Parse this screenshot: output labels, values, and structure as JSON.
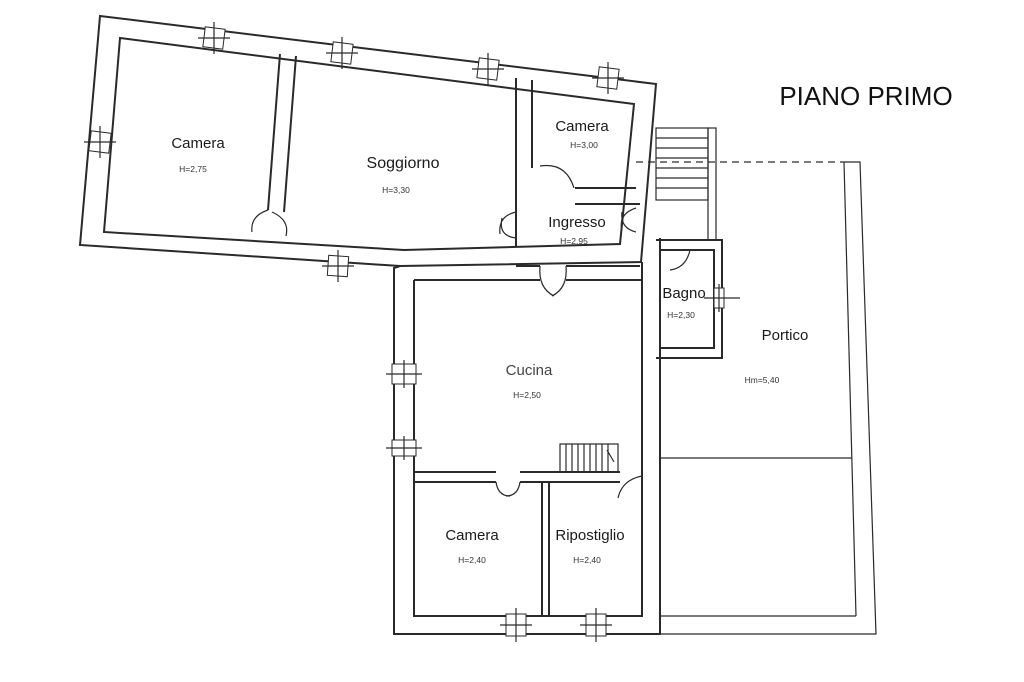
{
  "plan": {
    "title": "PIANO PRIMO",
    "rooms": {
      "camera_left": {
        "name": "Camera",
        "height": "H=2,75"
      },
      "soggiorno": {
        "name": "Soggiorno",
        "height": "H=3,30"
      },
      "camera_top": {
        "name": "Camera",
        "height": "H=3,00"
      },
      "ingresso": {
        "name": "Ingresso",
        "height": "H=2,95"
      },
      "bagno": {
        "name": "Bagno",
        "height": "H=2,30"
      },
      "portico": {
        "name": "Portico",
        "height": "Hm=5,40"
      },
      "cucina": {
        "name": "Cucina",
        "height": "H=2,50"
      },
      "camera_bottom": {
        "name": "Camera",
        "height": "H=2,40"
      },
      "ripostiglio": {
        "name": "Ripostiglio",
        "height": "H=2,40"
      }
    },
    "colors": {
      "line": "#2a2a2a",
      "background": "#ffffff"
    }
  }
}
